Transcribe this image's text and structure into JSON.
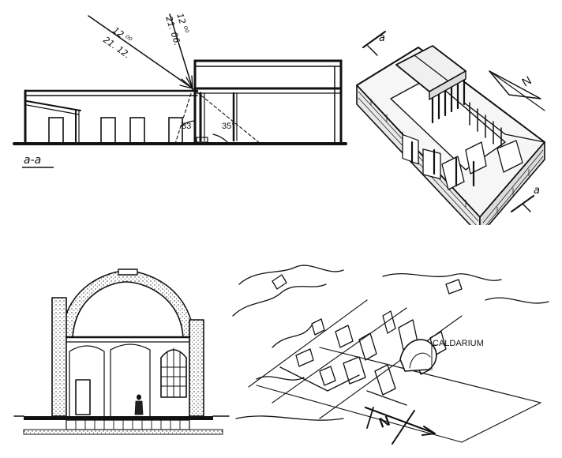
{
  "section_aa": {
    "label": "a-a",
    "ray1_top": "12 ⁰⁰",
    "ray1_bottom": "21. 12.",
    "ray2_top": "12 ⁰⁰",
    "ray2_bottom": "21. 06.",
    "angle_winter": "83",
    "angle_summer": "35°"
  },
  "axonometric": {
    "cut_label_top": "a",
    "cut_label_bottom": "a",
    "north_label": "N"
  },
  "caldarium_section": {},
  "site_view": {
    "caldarium_label": "CALDARIUM",
    "north_label": "N"
  }
}
